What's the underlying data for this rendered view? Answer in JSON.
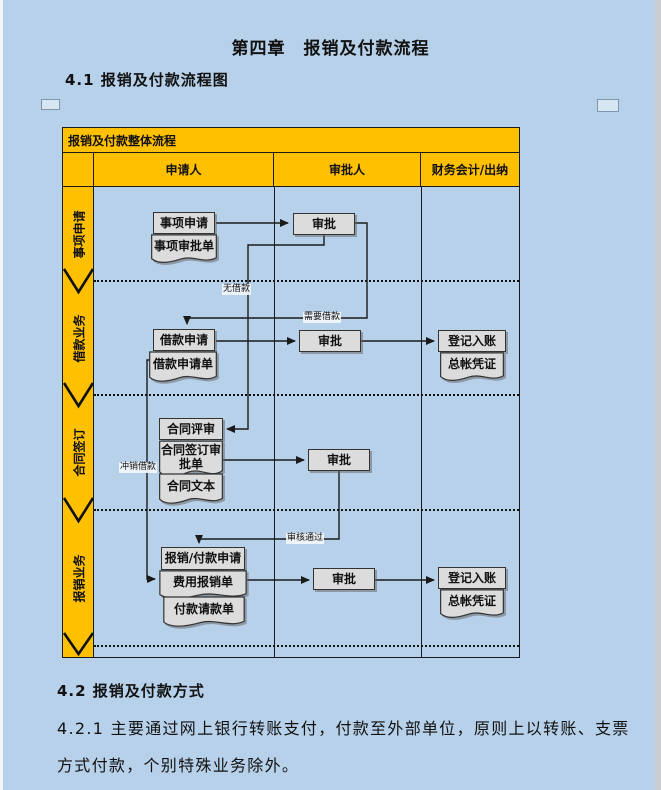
{
  "document": {
    "chapter_title": "第四章　报销及付款流程",
    "section_41": "4.1 报销及付款流程图",
    "section_42": "4.2 报销及付款方式",
    "paragraph_421": "4.2.1 主要通过网上银行转账支付，付款至外部单位，原则上以转账、支票方式付款，个别特殊业务除外。"
  },
  "flowchart": {
    "title": "报销及付款整体流程",
    "columns": [
      "申请人",
      "审批人",
      "财务会计/出纳"
    ],
    "lanes": [
      "事项申请",
      "借款业务",
      "合同签订",
      "报销业务"
    ],
    "nodes": {
      "matter_request": "事项申请",
      "matter_approval_form": "事项审批单",
      "approval_1": "审批",
      "loan_request": "借款申请",
      "loan_request_form": "借款申请单",
      "approval_2": "审批",
      "register_entry_1": "登记入账",
      "ledger_voucher_1": "总帐凭证",
      "contract_review": "合同评审",
      "contract_sign_approval_form": "合同签订审批单",
      "contract_text": "合同文本",
      "approval_3": "审批",
      "reimburse_payment_request": "报销/付款申请",
      "expense_reimburse_form": "费用报销单",
      "payment_request_form": "付款请款单",
      "approval_4": "审批",
      "register_entry_2": "登记入账",
      "ledger_voucher_2": "总帐凭证"
    },
    "edge_labels": {
      "no_loan": "无借款",
      "need_loan": "需要借款",
      "offset_loan": "冲销借款",
      "approval_passed": "审核通过"
    }
  },
  "colors": {
    "page_bg": "#B7D1EA",
    "band": "#FFC000",
    "box_fill": "#DCDCDC",
    "border": "#1A1A1A"
  }
}
